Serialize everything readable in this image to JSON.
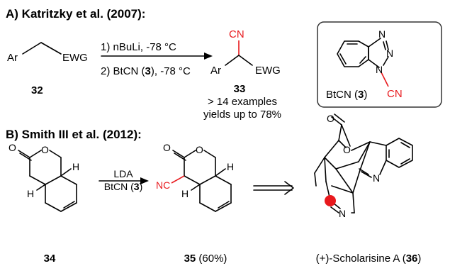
{
  "section_a": {
    "heading": "A) Katritzky et al. (2007):",
    "sm_ar": "Ar",
    "sm_ewg": "EWG",
    "sm_num": "32",
    "step1": "1) nBuLi, -78 °C",
    "step2_pre": "2) BtCN (",
    "step2_num": "3",
    "step2_post": "), -78 °C",
    "prod_cn": "CN",
    "prod_ar": "Ar",
    "prod_ewg": "EWG",
    "prod_num": "33",
    "examples": "> 14 examples",
    "yields": "yields up to 78%",
    "reagent_n1": "N",
    "reagent_n2": "N",
    "reagent_n3": "N",
    "reagent_cn": "CN",
    "reagent_label_pre": "BtCN (",
    "reagent_label_num": "3",
    "reagent_label_post": ")"
  },
  "section_b": {
    "heading": "B) Smith III et al. (2012):",
    "sm_o_ring": "O",
    "sm_o_carbonyl": "O",
    "sm_h_top": "H",
    "sm_h_bottom": "H",
    "sm_num": "34",
    "reagent1": "LDA",
    "reagent2_pre": "BtCN (",
    "reagent2_num": "3",
    "reagent2_post": ")",
    "prod_o_ring": "O",
    "prod_o_carbonyl": "O",
    "prod_nc": "NC",
    "prod_h_top": "H",
    "prod_h_bottom": "H",
    "prod_num": "35",
    "prod_yield": " (60%)",
    "target_o_carbonyl": "O",
    "target_o_ring": "O",
    "target_n_indole": "N",
    "target_n_ring": "N",
    "target_name": "(+)-Scholarisine A (",
    "target_num": "36",
    "target_close": ")"
  },
  "colors": {
    "highlight": "#e8191d",
    "text": "#000000",
    "box": "#333333"
  }
}
